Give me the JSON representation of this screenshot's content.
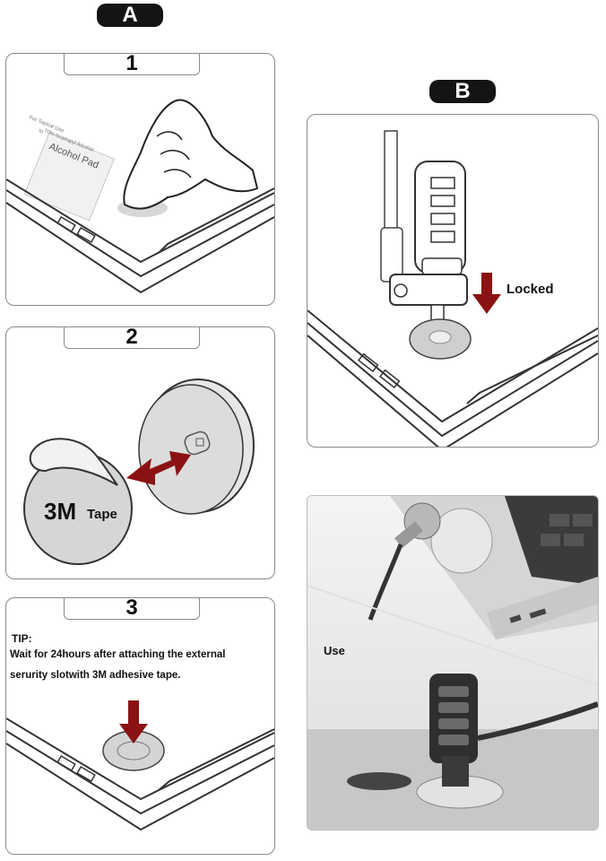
{
  "labels": {
    "section_a": "A",
    "section_b": "B"
  },
  "steps": [
    {
      "number": "1"
    },
    {
      "number": "2",
      "tape_brand": "3M",
      "tape_word": "Tape"
    },
    {
      "number": "3",
      "tip_heading": "TIP:",
      "tip_line1": "Wait for 24hours after attaching the external",
      "tip_line2": "serurity slotwith 3M adhesive tape."
    }
  ],
  "alcohol_pad": {
    "title": "Alcohol Pad",
    "line1": "70% Isopropyl Alcohol",
    "line2": "For Topical Use",
    "line3": "to"
  },
  "section_b": {
    "locked_label": "Locked",
    "use_label": "Use"
  },
  "colors": {
    "arrow": "#8b1212",
    "pill": "#141414",
    "outline": "#8a8a8a"
  }
}
